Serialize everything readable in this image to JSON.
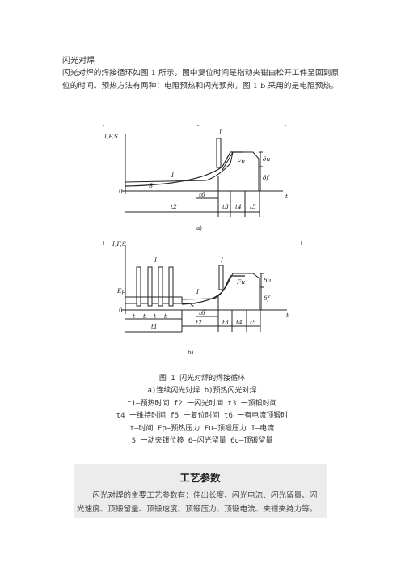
{
  "doc": {
    "title": "闪光对焊",
    "intro": "闪光对焊的焊接循环如图 1 所示，图中复位时间是指动夹钳由松开工件至回到原位的时间。预热方法有两种：电阻预热和闪光预热，图 1 b 采用的是电阻预热。"
  },
  "figure": {
    "diagram_a": {
      "y_axis_label": "I,F,S",
      "x_axis_label": "t",
      "origin_label": "0",
      "curve_I": "I",
      "curve_S": "S",
      "label_Fu": "Fu",
      "label_du": "δu",
      "label_df": "δf",
      "t_labels": [
        "t2",
        "t3",
        "t4",
        "t5"
      ],
      "t6_label": "t6",
      "sub_caption": "a)"
    },
    "diagram_b": {
      "y_axis_label": "I,F,S",
      "x_axis_label": "t",
      "origin_label": "0",
      "ep_label": "Ep",
      "curve_I_top": "I",
      "curve_I": "I",
      "curve_S": "S",
      "label_Fu": "Fu",
      "label_du": "δu",
      "label_df": "δf",
      "pulse_t_labels": [
        "t",
        "t",
        "t",
        "t"
      ],
      "t1_label": "t1",
      "t_labels": [
        "t2",
        "t3",
        "t4",
        "t5"
      ],
      "t6_label": "t6",
      "sub_caption": "b)"
    }
  },
  "caption": {
    "line1": "图 1 闪光对焊的焊接循环",
    "line2": "a)连续闪光对焊 b)预热闪光对焊",
    "line3": "t1—预热时间 f2 一闪光时间 t3 一顶锻时间",
    "line4": "t4 一维持时间 f5 一复位时间 t6 一有电流顶锻时",
    "line5": "t—时间 Ep—预热压力 Fu—顶锻压力 I—电流",
    "line6": "S 一动夹钳位移 6—闪光留量 6u—顶锻留量"
  },
  "process_box": {
    "heading": "工艺参数",
    "text": "闪光对焊的主要工艺参数有：伸出长度、闪光电流、闪光留量、闪光速度、顶锻留量、顶锻速度、顶锻压力、顶锻电流、夹钳夹持力等。"
  }
}
